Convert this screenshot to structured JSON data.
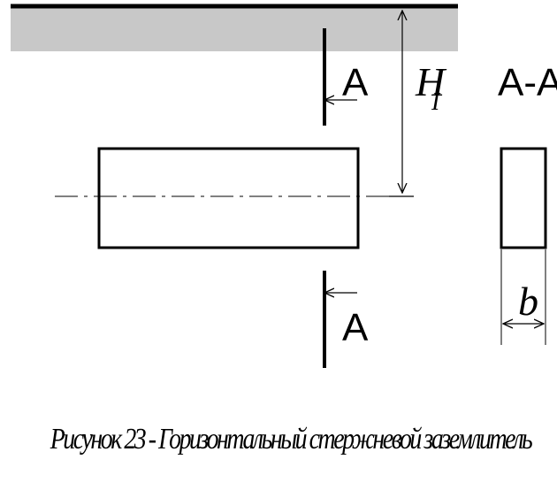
{
  "labels": {
    "section_top": "A",
    "section_bottom": "A",
    "section_view": "A-A",
    "depth": "H",
    "depth_sub": "I",
    "width": "b"
  },
  "caption": "Рисунок 23 - Горизонтальный стержневой заземлитель"
}
